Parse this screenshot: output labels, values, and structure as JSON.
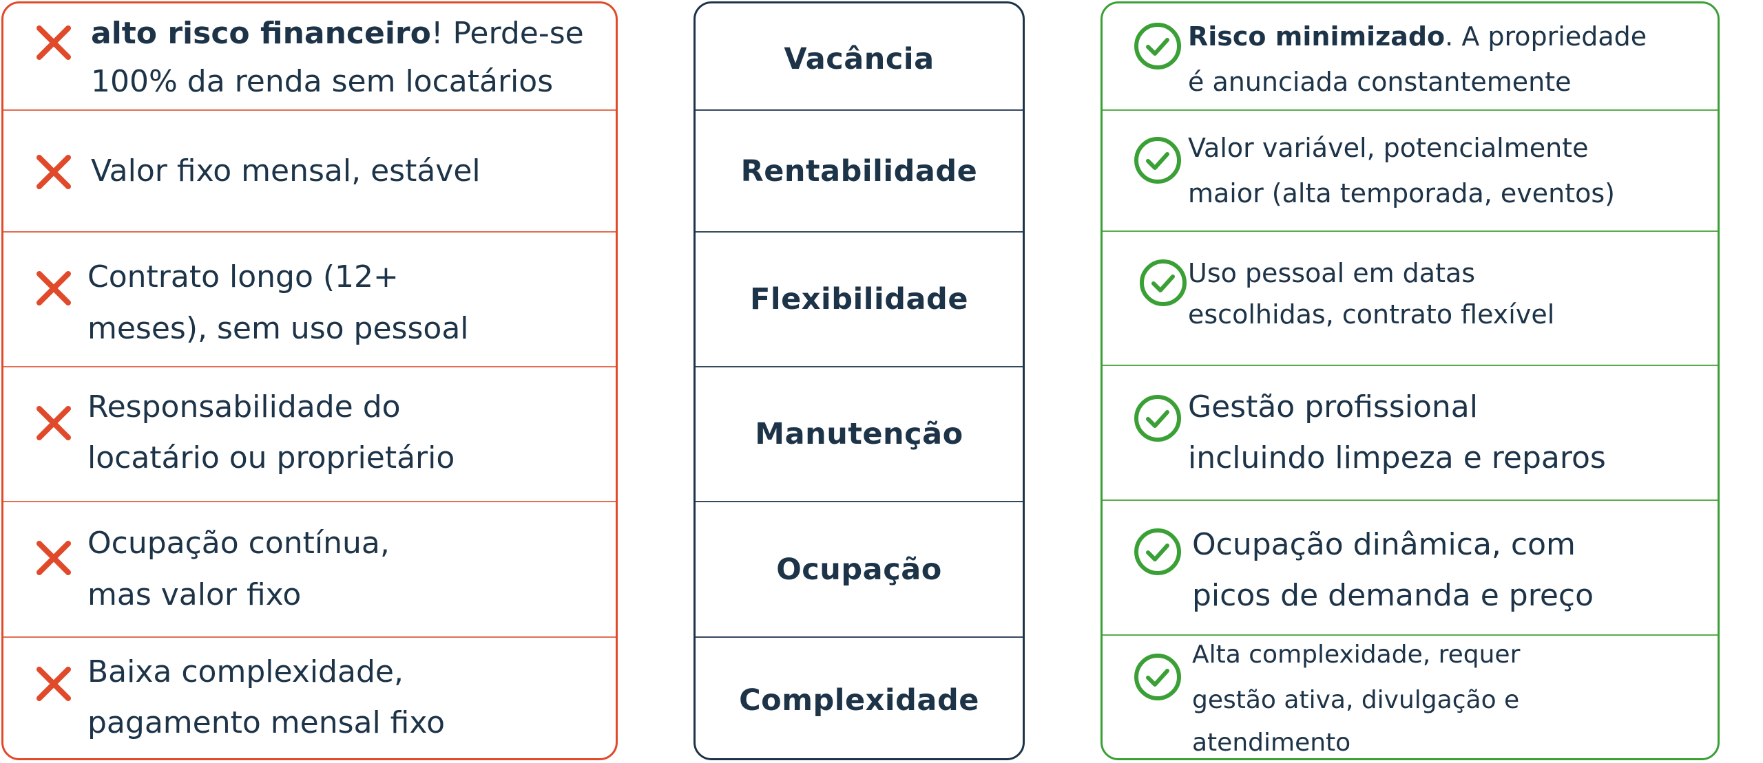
{
  "left": {
    "rows": [
      {
        "bold": "alto risco financeiro",
        "text1": "! Perde-se",
        "text2": "100% da renda sem locatários"
      },
      {
        "text1": "Valor fixo mensal, estável"
      },
      {
        "text1": "Contrato longo (12+",
        "text2": "meses), sem uso pessoal"
      },
      {
        "text1": "Responsabilidade do",
        "text2": "locatário ou proprietário"
      },
      {
        "text1": "Ocupação contínua,",
        "text2": "mas valor fixo"
      },
      {
        "text1": "Baixa complexidade,",
        "text2": "pagamento mensal fixo"
      }
    ]
  },
  "middle": {
    "labels": [
      "Vacância",
      "Rentabilidade",
      "Flexibilidade",
      "Manutenção",
      "Ocupação",
      "Complexidade"
    ]
  },
  "right": {
    "rows": [
      {
        "bold": "Risco minimizado",
        "text1": ". A propriedade",
        "text2": "é anunciada constantemente"
      },
      {
        "text1": "Valor variável, potencialmente",
        "text2": "maior (alta temporada, eventos)"
      },
      {
        "text1": "Uso pessoal em datas",
        "text2": "escolhidas, contrato flexível"
      },
      {
        "text1": "Gestão profissional",
        "text2": "incluindo limpeza e reparos"
      },
      {
        "text1": "Ocupação dinâmica, com",
        "text2": "picos de demanda e preço"
      },
      {
        "text1": "Alta complexidade, requer",
        "text2": "gestão ativa, divulgação e",
        "text3": "atendimento"
      }
    ]
  },
  "colors": {
    "negative": "#e04a2a",
    "positive": "#3aa035",
    "neutral": "#1c3348"
  },
  "icons": {
    "negative": "x-icon",
    "positive": "check-circle-icon"
  }
}
